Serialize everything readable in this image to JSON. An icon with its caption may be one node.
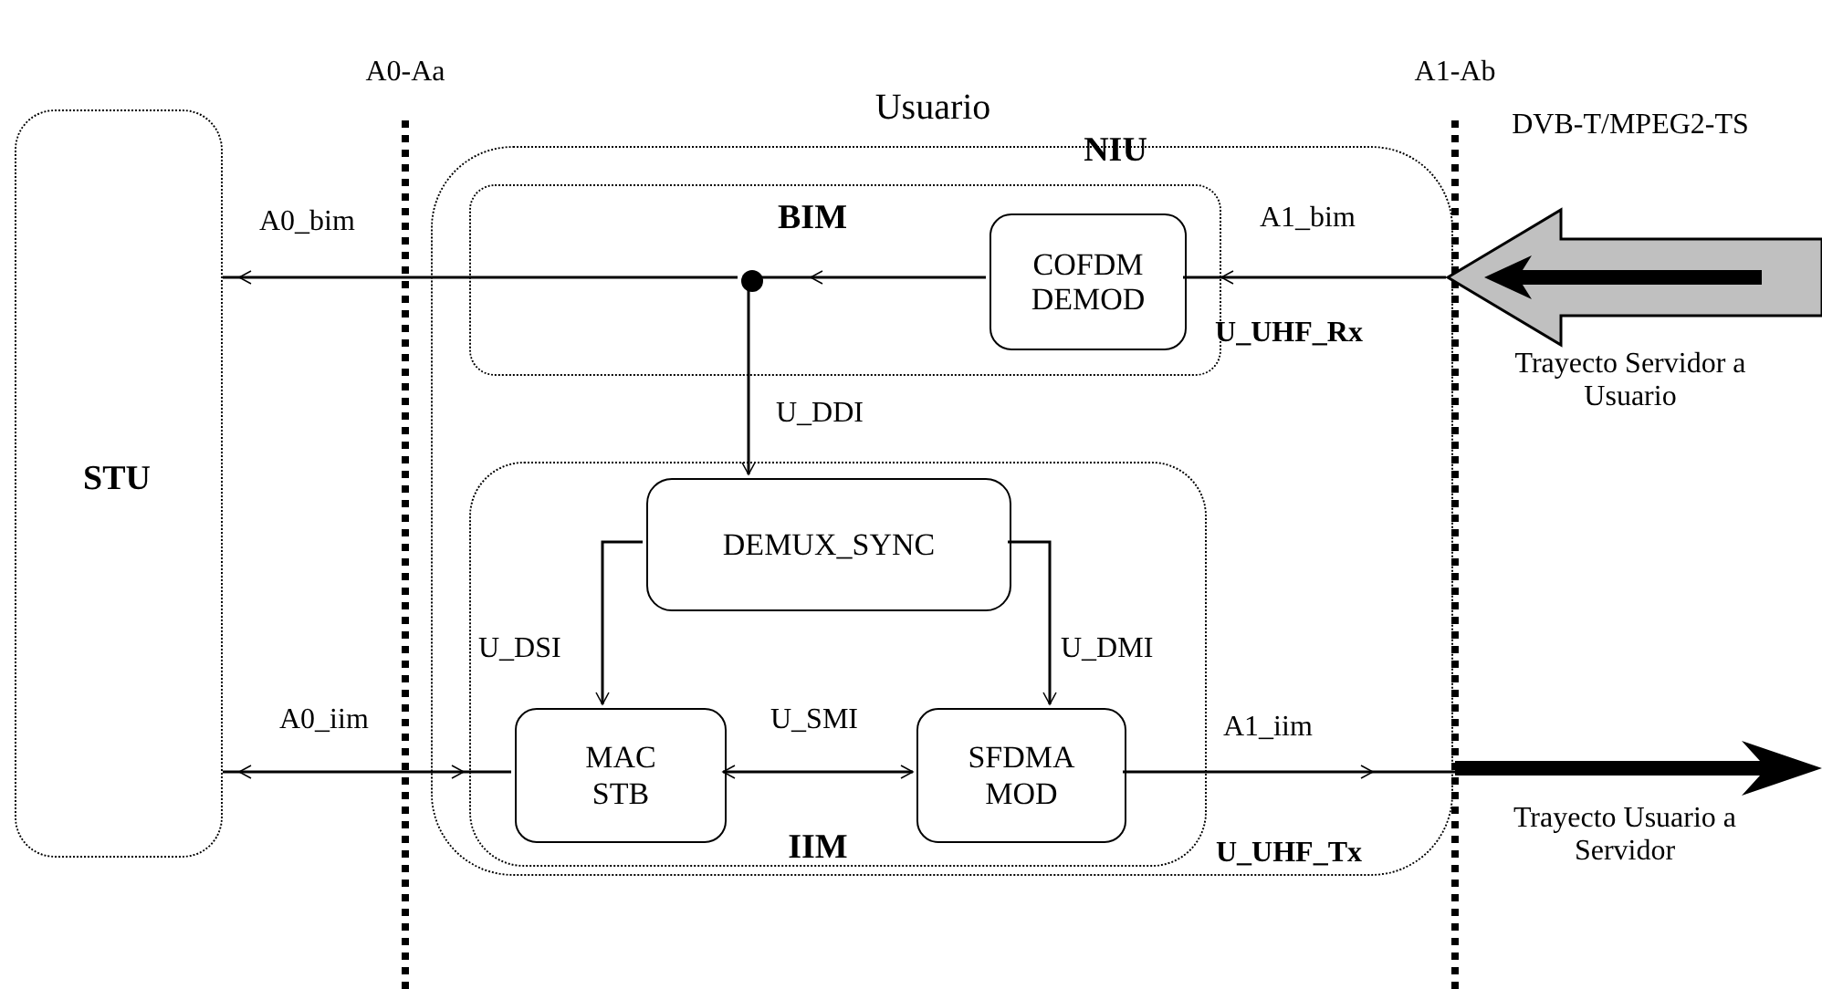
{
  "diagram": {
    "nodes": [
      {
        "text": [
          "STU"
        ]
      },
      {
        "text": [
          "Usuario",
          "NIU"
        ]
      },
      {
        "text": [
          "BIM"
        ],
        "in": 1
      },
      {
        "text": [
          "COFDM DEMOD"
        ],
        "in": 2
      },
      {
        "text": [],
        "shape": "circle",
        "in": 2
      },
      {
        "text": [
          "IIM"
        ],
        "in": 1
      },
      {
        "text": [
          "DEMUX_SYNC"
        ],
        "in": 5
      },
      {
        "text": [
          "MAC STB"
        ],
        "in": 5
      },
      {
        "text": [
          "SFDMA MOD"
        ],
        "in": 5
      },
      {
        "text": [],
        "shape": "arrow",
        "beside": [
          "DVB-T/MPEG2-TS",
          "Trayecto Servidor a Usuario"
        ]
      },
      {
        "text": [],
        "shape": "arrow",
        "beside": [
          "Trayecto Usuario a Servidor"
        ]
      }
    ],
    "edges": [
      {
        "from": 9,
        "to": 3,
        "arrow": "to",
        "label": "A1_bim"
      },
      {
        "from": 3,
        "to": 4,
        "arrow": "to"
      },
      {
        "from": 4,
        "to": 0,
        "arrow": "to",
        "label": "A0_bim"
      },
      {
        "from": 4,
        "to": 6,
        "arrow": "to",
        "label": "U_DDI"
      },
      {
        "from": 6,
        "to": 7,
        "arrow": "to",
        "label": "U_DSI"
      },
      {
        "from": 6,
        "to": 8,
        "arrow": "to",
        "label": "U_DMI"
      },
      {
        "from": 7,
        "to": 8,
        "arrow": "both",
        "label": "U_SMI"
      },
      {
        "from": 0,
        "to": 7,
        "arrow": "both",
        "label": "A0_iim"
      },
      {
        "from": 8,
        "to": 10,
        "arrow": "to",
        "label": "A1_iim"
      }
    ],
    "labels": [
      "A0-Aa",
      "A1-Ab",
      "U_UHF_Rx",
      "U_UHF_Tx"
    ]
  }
}
